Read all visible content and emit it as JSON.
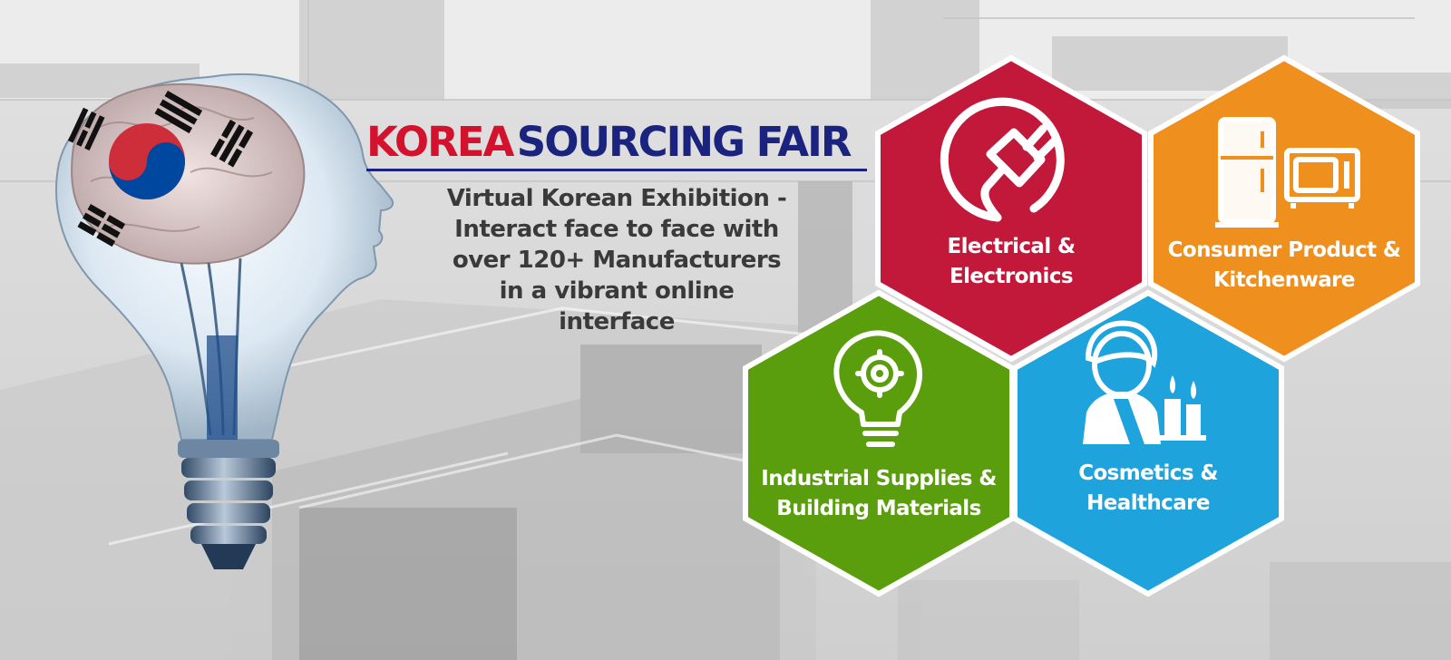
{
  "title": {
    "highlight": "KOREA",
    "rest": "SOURCING FAIR"
  },
  "subtitle": [
    "Virtual Korean Exhibition -",
    "Interact face to face with",
    "over 120+ Manufacturers",
    "in a vibrant online",
    "interface"
  ],
  "categories": [
    {
      "line1": "Electrical &",
      "line2": "Electronics",
      "color": "#c2183a",
      "icon": "plug-icon"
    },
    {
      "line1": "Consumer Product &",
      "line2": "Kitchenware",
      "color": "#ee8f1e",
      "icon": "appliances-icon"
    },
    {
      "line1": "Industrial Supplies &",
      "line2": "Building Materials",
      "color": "#5a9e0d",
      "icon": "gear-bulb-icon"
    },
    {
      "line1": "Cosmetics &",
      "line2": "Healthcare",
      "color": "#1fa3dc",
      "icon": "spa-icon"
    }
  ],
  "colors": {
    "accent_red": "#d3122e",
    "accent_navy": "#1a237e",
    "text_dark": "#3a3a3a"
  }
}
